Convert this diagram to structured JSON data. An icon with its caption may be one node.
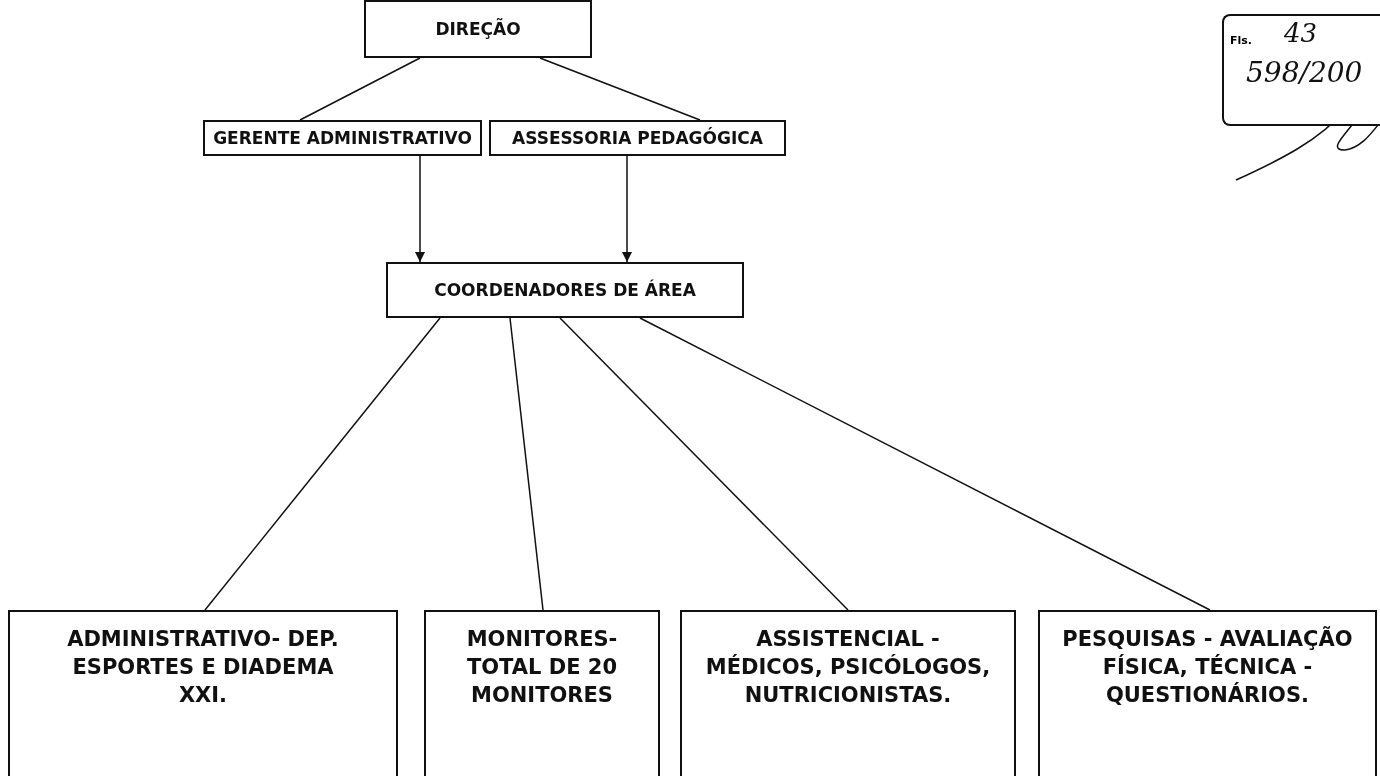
{
  "diagram": {
    "nodes": [
      {
        "text": [
          "DIREÇÃO"
        ]
      },
      {
        "text": [
          "GERENTE ADMINISTRATIVO"
        ]
      },
      {
        "text": [
          "ASSESSORIA PEDAGÓGICA"
        ]
      },
      {
        "text": [
          "COORDENADORES DE ÁREA"
        ]
      },
      {
        "text": [
          "ADMINISTRATIVO- DEP. ESPORTES E DIADEMA XXI."
        ]
      },
      {
        "text": [
          "MONITORES- TOTAL DE 20 MONITORES"
        ]
      },
      {
        "text": [
          "ASSISTENCIAL - MÉDICOS, PSICÓLOGOS, NUTRICIONISTAS."
        ]
      },
      {
        "text": [
          "PESQUISAS - AVALIAÇÃO FÍSICA, TÉCNICA - QUESTIONÁRIOS."
        ]
      },
      {
        "text": [
          "Fls.",
          "43",
          "598/200"
        ]
      }
    ],
    "edges": [
      {
        "from": 0,
        "to": 1,
        "arrow": "none"
      },
      {
        "from": 0,
        "to": 2,
        "arrow": "none"
      },
      {
        "from": 1,
        "to": 3,
        "arrow": "to"
      },
      {
        "from": 2,
        "to": 3,
        "arrow": "to"
      },
      {
        "from": 3,
        "to": 4,
        "arrow": "none"
      },
      {
        "from": 3,
        "to": 5,
        "arrow": "none"
      },
      {
        "from": 3,
        "to": 6,
        "arrow": "none"
      },
      {
        "from": 3,
        "to": 7,
        "arrow": "none"
      }
    ]
  }
}
